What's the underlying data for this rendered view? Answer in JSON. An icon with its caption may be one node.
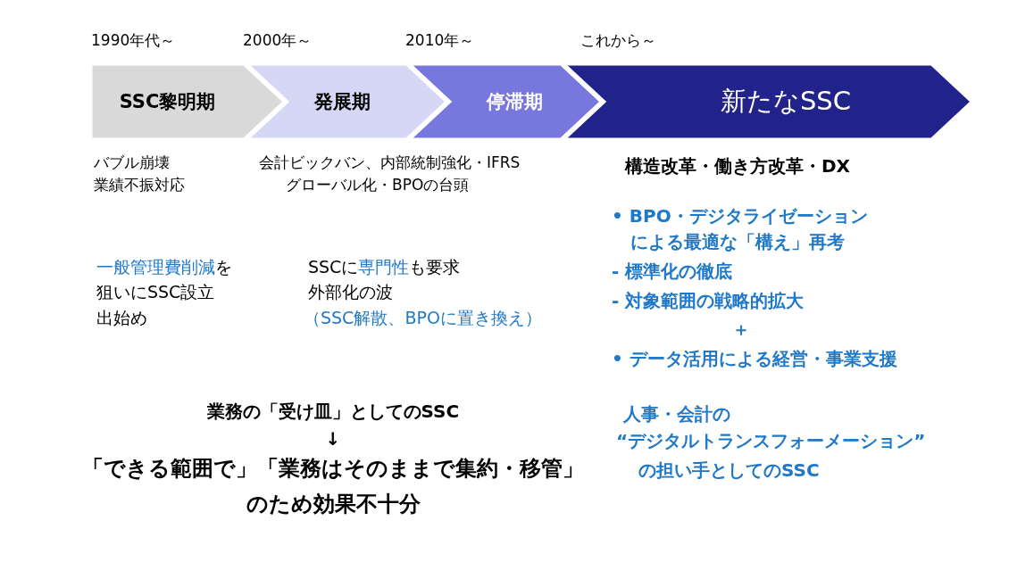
{
  "diagram": {
    "nodes": [
      {
        "text": [
          "SSC黎明期"
        ],
        "beside": [
          "1990年代～"
        ]
      },
      {
        "text": [
          "発展期"
        ],
        "beside": [
          "2000年～"
        ]
      },
      {
        "text": [
          "停滞期"
        ],
        "beside": [
          "2010年～"
        ]
      },
      {
        "text": [
          "新たなSSC"
        ],
        "beside": [
          "これから～"
        ]
      }
    ],
    "labels": [
      "バブル崩壊",
      "業績不振対応",
      "会計ビックバン、内部統制強化・IFRS",
      "グローバル化・BPOの台頭",
      "一般管理費削減を",
      "狙いにSSC設立",
      "出始め",
      "SSCに専門性も要求",
      "外部化の波",
      "（SSC解散、BPOに置き換え）",
      "構造改革・働き方改革・DX",
      "• BPO・デジタライゼーション",
      "による最適な「構え」再考",
      "- 標準化の徹底",
      "- 対象範囲の戦略的拡大",
      "＋",
      "• データ活用による経営・事業支援",
      "人事・会計の",
      "“デジタルトランスフォーメーション”",
      "の担い手としてのSSC",
      "業務の「受け皿」としてのSSC",
      "↓",
      "「できる範囲で」「業務はそのままで集約・移管」",
      "のため効果不十分"
    ]
  }
}
